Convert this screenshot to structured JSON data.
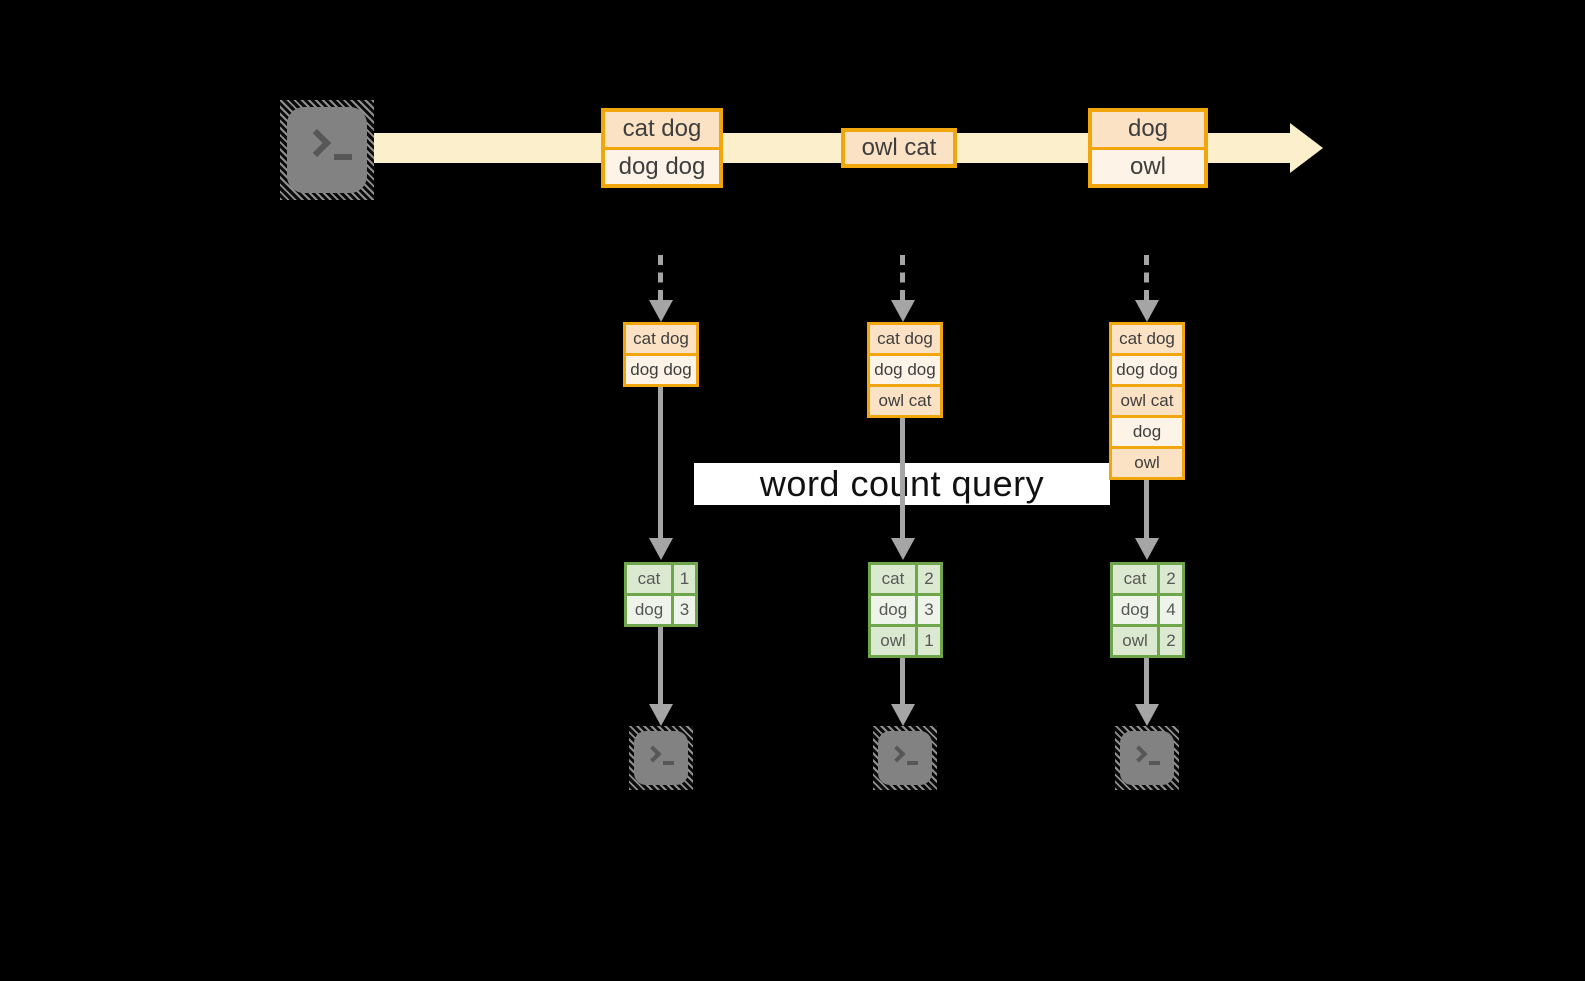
{
  "colors": {
    "background": "#000000",
    "accent_orange": "#F2A60D",
    "event_fill_dark": "#FBE2C4",
    "event_fill_light": "#FDF3E6",
    "stream_band": "#FCF0CC",
    "table_border_green": "#6FA64C",
    "table_cell_dark": "#DCE9D1",
    "table_cell_light": "#EEF4E9",
    "arrow_gray": "#A5A5A5",
    "query_label_bg": "#FFFFFF"
  },
  "stream": {
    "source_icon": "terminal-icon",
    "events": [
      {
        "lines": [
          "cat dog",
          "dog dog"
        ]
      },
      {
        "lines": [
          "owl cat"
        ]
      },
      {
        "lines": [
          "dog",
          "owl"
        ]
      }
    ]
  },
  "query_label": "word count query",
  "columns": [
    {
      "buffer": [
        "cat dog",
        "dog dog"
      ],
      "counts": [
        {
          "word": "cat",
          "count": "1"
        },
        {
          "word": "dog",
          "count": "3"
        }
      ],
      "sink_icon": "terminal-icon"
    },
    {
      "buffer": [
        "cat dog",
        "dog dog",
        "owl cat"
      ],
      "counts": [
        {
          "word": "cat",
          "count": "2"
        },
        {
          "word": "dog",
          "count": "3"
        },
        {
          "word": "owl",
          "count": "1"
        }
      ],
      "sink_icon": "terminal-icon"
    },
    {
      "buffer": [
        "cat dog",
        "dog dog",
        "owl cat",
        "dog",
        "owl"
      ],
      "counts": [
        {
          "word": "cat",
          "count": "2"
        },
        {
          "word": "dog",
          "count": "4"
        },
        {
          "word": "owl",
          "count": "2"
        }
      ],
      "sink_icon": "terminal-icon"
    }
  ]
}
